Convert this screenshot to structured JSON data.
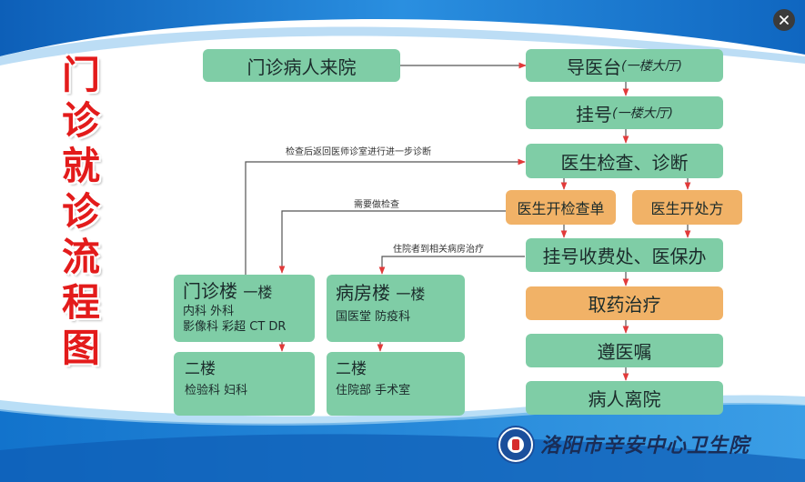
{
  "title_chars": [
    "门",
    "诊",
    "就",
    "诊",
    "流",
    "程",
    "图"
  ],
  "nodes": {
    "arrival": "门诊病人来院",
    "guide_main": "导医台",
    "guide_note": "(一楼大厅)",
    "register_main": "挂号",
    "register_note": "(一楼大厅)",
    "doctor_exam": "医生检查、诊断",
    "exam_order": "医生开检查单",
    "prescription": "医生开处方",
    "payment": "挂号收费处、医保办",
    "medicine": "取药治疗",
    "advice": "遵医嘱",
    "leave": "病人离院"
  },
  "outpatient": {
    "title": "门诊楼",
    "floor": "一楼",
    "line1": "内科 外科",
    "line2": "影像科 彩超 CT DR",
    "floor2_title": "二楼",
    "floor2_line": "检验科 妇科"
  },
  "ward": {
    "title": "病房楼",
    "floor": "一楼",
    "line1": "国医堂 防疫科",
    "floor2_title": "二楼",
    "floor2_line": "住院部  手术室"
  },
  "annotations": {
    "return_after_exam": "检查后返回医师诊室进行进一步诊断",
    "need_exam": "需要做检查",
    "inpatient": "住院者到相关病房治疗"
  },
  "hospital_name": "洛阳市辛安中心卫生院",
  "colors": {
    "green": "#7fcda6",
    "orange": "#f1b267",
    "title_red": "#e31b1b",
    "arrow_red": "#e23a3a",
    "blue_band": "#1e7fd0"
  },
  "icons": {
    "close": "close-icon",
    "logo": "hospital-emblem-icon"
  }
}
